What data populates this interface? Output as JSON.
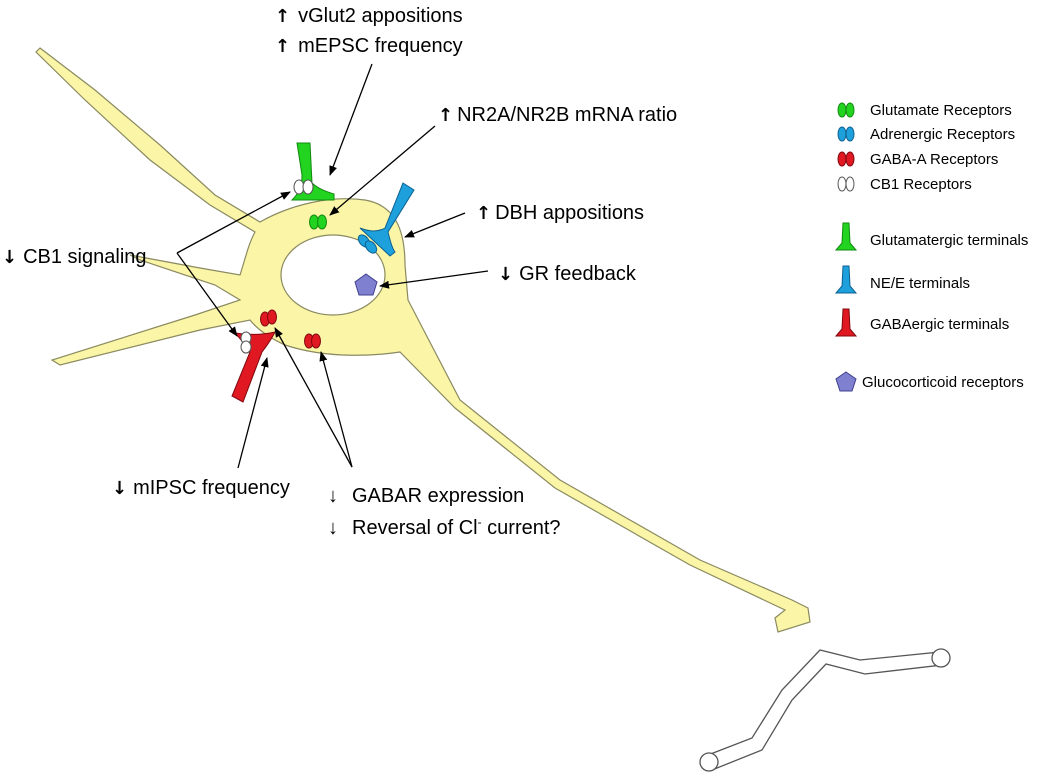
{
  "labels": {
    "vglut2": {
      "arrow": "↑",
      "text": "vGlut2 appositions"
    },
    "mepsc": {
      "arrow": "↑",
      "text": "mEPSC frequency"
    },
    "nr2a": {
      "arrow": "↑",
      "text": "NR2A/NR2B mRNA ratio"
    },
    "dbh": {
      "arrow": "↑",
      "text": "DBH appositions"
    },
    "gr": {
      "arrow": "↓",
      "text": "GR feedback"
    },
    "cb1": {
      "arrow": "↓",
      "text": "CB1 signaling"
    },
    "mipsc": {
      "arrow": "↓",
      "text": "mIPSC frequency"
    },
    "gabar": {
      "arrow": "↓",
      "text": "GABAR expression"
    },
    "reversal": {
      "arrow": "↓",
      "text": "Reversal of Cl",
      "sup": "-",
      "tail": " current?"
    }
  },
  "legend": [
    {
      "icon": "glutamate-receptor-icon",
      "text": "Glutamate Receptors",
      "color": "#22d320"
    },
    {
      "icon": "adrenergic-receptor-icon",
      "text": "Adrenergic Receptors",
      "color": "#1ea0dc"
    },
    {
      "icon": "gaba-a-receptor-icon",
      "text": "GABA-A  Receptors",
      "color": "#e01822"
    },
    {
      "icon": "cb1-receptor-icon",
      "text": "CB1  Receptors",
      "color": "#ffffff"
    },
    {
      "icon": "glutamatergic-terminal-icon",
      "text": "Glutamatergic terminals",
      "color": "#22d320"
    },
    {
      "icon": "ne-e-terminal-icon",
      "text": "NE/E terminals",
      "color": "#1ea0dc"
    },
    {
      "icon": "gabaergic-terminal-icon",
      "text": "GABAergic terminals",
      "color": "#e01822"
    },
    {
      "icon": "glucocorticoid-receptor-icon",
      "text": "Glucocorticoid receptors",
      "color": "#8080d0"
    }
  ],
  "colors": {
    "neuron": "#fbf5a8",
    "neuron_outline": "#8a8a60",
    "glutamate": "#22d320",
    "adrenergic": "#1ea0dc",
    "gaba": "#e01822",
    "glucocorticoid": "#8080d0"
  }
}
